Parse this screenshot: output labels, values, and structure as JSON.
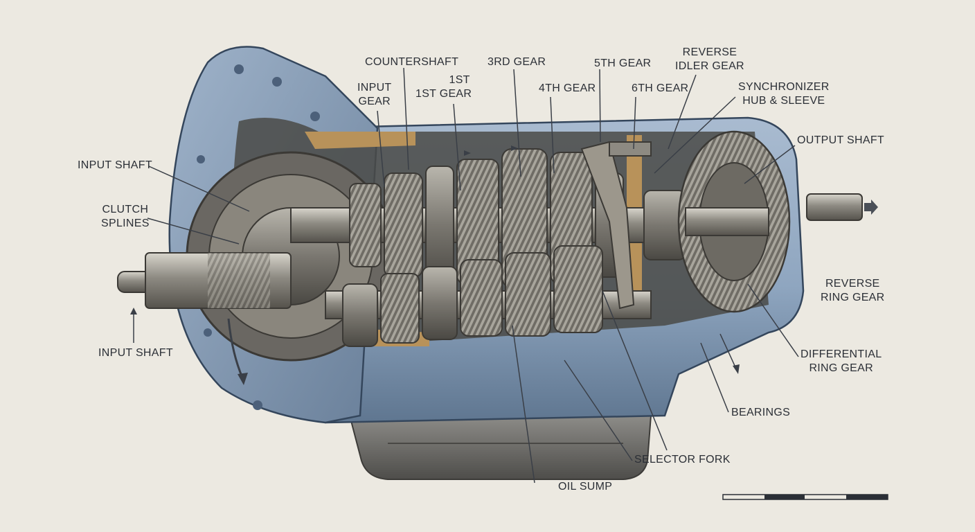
{
  "labels": {
    "countershaft": "COUNTERSHAFT",
    "input_gear": [
      "INPUT",
      "GEAR"
    ],
    "first_gear": [
      "1st",
      "1st GEAR"
    ],
    "third_gear": "3rd GEAR",
    "fourth_gear": "4th GEAR",
    "fifth_gear": "5th GEAR",
    "sixth_gear": "6th GEAR",
    "reverse_idler_gear": [
      "REVERSE",
      "IDLER GEAR"
    ],
    "synchronizer": [
      "SYNCHRONIZER",
      "HUB & SLEEVE"
    ],
    "output_shaft": "OUTPUT SHAFT",
    "input_shaft_top": "INPUT SHAFT",
    "clutch_splines": [
      "CLUTCH",
      "SPLINES"
    ],
    "input_shaft_bottom": "INPUT SHAFT",
    "reverse_ring_gear": [
      "REVERSE",
      "RING GEAR"
    ],
    "differential_ring_gear": [
      "DIFFERENTIAL",
      "RING GEAR"
    ],
    "bearings": "BEARINGS",
    "selector_fork": "SELECTOR FORK",
    "oil_sump": "OIL SUMP"
  },
  "colors": {
    "background": "#ece9e1",
    "housing": "#8fa6c0",
    "housing_dark": "#5f7690",
    "gear_steel": "#7a7770",
    "brass": "#b8925a",
    "leader": "#3a3f47"
  }
}
